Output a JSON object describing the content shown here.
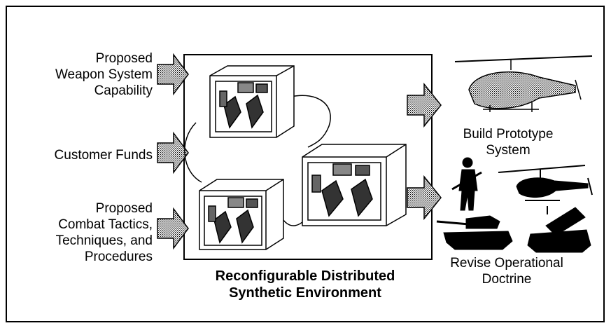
{
  "inputs": {
    "weapon_capability": "Proposed\nWeapon System\nCapability",
    "customer_funds": "Customer Funds",
    "combat_tactics": "Proposed\nCombat Tactics,\nTechniques, and\nProcedures"
  },
  "center": {
    "caption": "Reconfigurable Distributed\nSynthetic Environment"
  },
  "outputs": {
    "prototype": "Build Prototype\nSystem",
    "doctrine": "Revise Operational\nDoctrine"
  }
}
